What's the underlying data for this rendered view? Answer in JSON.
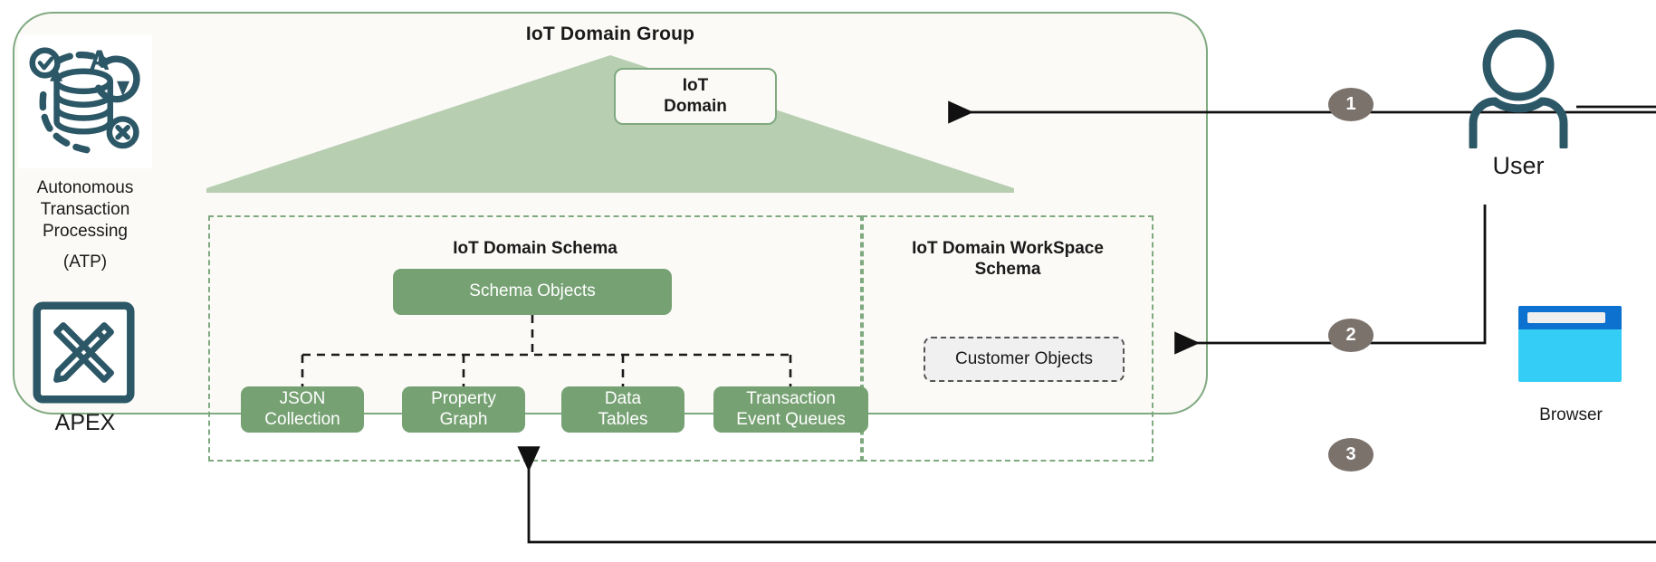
{
  "diagram": {
    "group": {
      "title": "IoT Domain Group",
      "accent_border": "#7fa97f",
      "fill": "#fbfaf7"
    },
    "iot_domain": {
      "label": "IoT\nDomain",
      "line1": "IoT",
      "line2": "Domain"
    },
    "pyramid": {
      "fill": "#b7ceb1"
    },
    "left_column": {
      "atp": {
        "icon": "autonomous-database-icon",
        "line1": "Autonomous",
        "line2": "Transaction",
        "line3": "Processing",
        "line4": "(ATP)",
        "icon_color": "#2c5766"
      },
      "apex": {
        "icon": "ruler-pencil-icon",
        "label": "APEX",
        "icon_color": "#2c5766"
      }
    },
    "schema_panel": {
      "title": "IoT Domain Schema",
      "root": {
        "label": "Schema Objects",
        "fill": "#76a173"
      },
      "leaves": [
        {
          "line1": "JSON",
          "line2": "Collection"
        },
        {
          "line1": "Property",
          "line2": "Graph"
        },
        {
          "line1": "Data",
          "line2": "Tables"
        },
        {
          "line1": "Transaction",
          "line2": "Event Queues"
        }
      ]
    },
    "workspace_panel": {
      "title_line1": "IoT Domain WorkSpace",
      "title_line2": "Schema",
      "customer_objects": {
        "label": "Customer Objects",
        "fill": "#f0f0f0",
        "border": "#555555"
      }
    },
    "actors": {
      "user": {
        "icon": "user-icon",
        "label": "User",
        "color": "#2c5766"
      },
      "browser": {
        "icon": "browser-window-icon",
        "label": "Browser",
        "titlebar_color": "#0d72cf",
        "body_color": "#33cdf5"
      }
    },
    "flow_steps": [
      {
        "number": "1",
        "from": "User",
        "to": "IoT Domain"
      },
      {
        "number": "2",
        "from": "Browser",
        "to": "IoT Domain WorkSpace Schema"
      },
      {
        "number": "3",
        "from": "Browser",
        "to": "IoT Domain Schema"
      }
    ],
    "badge_color": "#7b726c"
  }
}
